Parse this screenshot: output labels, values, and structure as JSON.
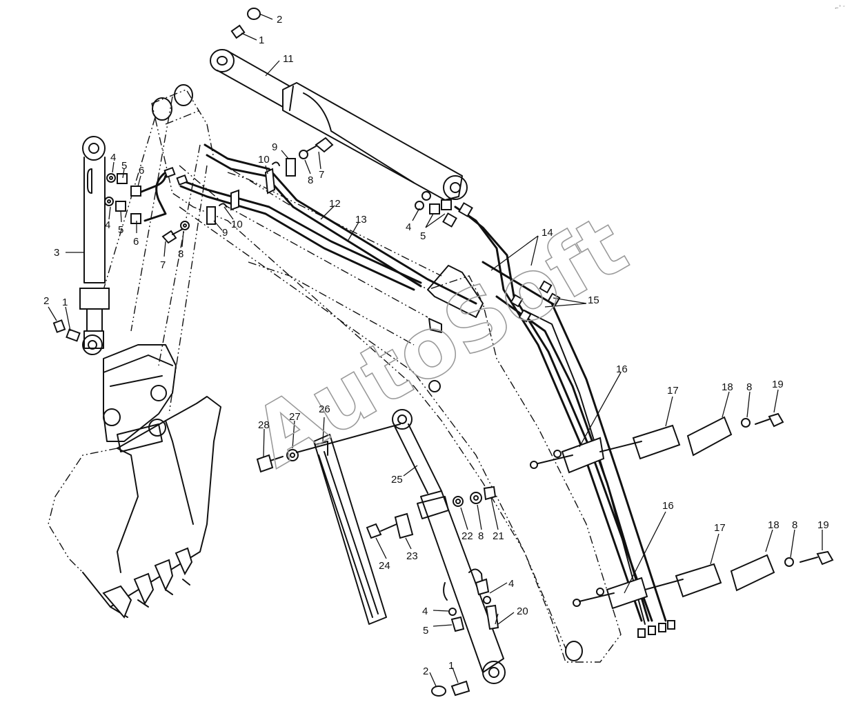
{
  "watermark": "AutoSoft",
  "corner_mark": "⌐˚ ˜",
  "callouts": [
    {
      "id": "c1",
      "label": "2"
    },
    {
      "id": "c2",
      "label": "1"
    },
    {
      "id": "c3",
      "label": "11"
    },
    {
      "id": "c4",
      "label": "4"
    },
    {
      "id": "c5",
      "label": "5"
    },
    {
      "id": "c6",
      "label": "6"
    },
    {
      "id": "c7",
      "label": "4"
    },
    {
      "id": "c8",
      "label": "5"
    },
    {
      "id": "c9",
      "label": "6"
    },
    {
      "id": "c10",
      "label": "3"
    },
    {
      "id": "c11",
      "label": "7"
    },
    {
      "id": "c12",
      "label": "8"
    },
    {
      "id": "c13",
      "label": "9"
    },
    {
      "id": "c14",
      "label": "10"
    },
    {
      "id": "c15",
      "label": "9"
    },
    {
      "id": "c16",
      "label": "10"
    },
    {
      "id": "c17",
      "label": "8"
    },
    {
      "id": "c18",
      "label": "7"
    },
    {
      "id": "c19",
      "label": "12"
    },
    {
      "id": "c20",
      "label": "13"
    },
    {
      "id": "c21",
      "label": "4"
    },
    {
      "id": "c22",
      "label": "5"
    },
    {
      "id": "c23",
      "label": "14"
    },
    {
      "id": "c24",
      "label": "15"
    },
    {
      "id": "c25",
      "label": "2"
    },
    {
      "id": "c26",
      "label": "1"
    },
    {
      "id": "c27",
      "label": "16"
    },
    {
      "id": "c28",
      "label": "17"
    },
    {
      "id": "c29",
      "label": "18"
    },
    {
      "id": "c30",
      "label": "8"
    },
    {
      "id": "c31",
      "label": "19"
    },
    {
      "id": "c32",
      "label": "28"
    },
    {
      "id": "c33",
      "label": "27"
    },
    {
      "id": "c34",
      "label": "26"
    },
    {
      "id": "c35",
      "label": "25"
    },
    {
      "id": "c36",
      "label": "22"
    },
    {
      "id": "c37",
      "label": "8"
    },
    {
      "id": "c38",
      "label": "21"
    },
    {
      "id": "c39",
      "label": "24"
    },
    {
      "id": "c40",
      "label": "23"
    },
    {
      "id": "c41",
      "label": "4"
    },
    {
      "id": "c42",
      "label": "4"
    },
    {
      "id": "c43",
      "label": "20"
    },
    {
      "id": "c44",
      "label": "5"
    },
    {
      "id": "c45",
      "label": "2"
    },
    {
      "id": "c46",
      "label": "1"
    },
    {
      "id": "c47",
      "label": "16"
    },
    {
      "id": "c48",
      "label": "17"
    },
    {
      "id": "c49",
      "label": "18"
    },
    {
      "id": "c50",
      "label": "8"
    },
    {
      "id": "c51",
      "label": "19"
    }
  ]
}
